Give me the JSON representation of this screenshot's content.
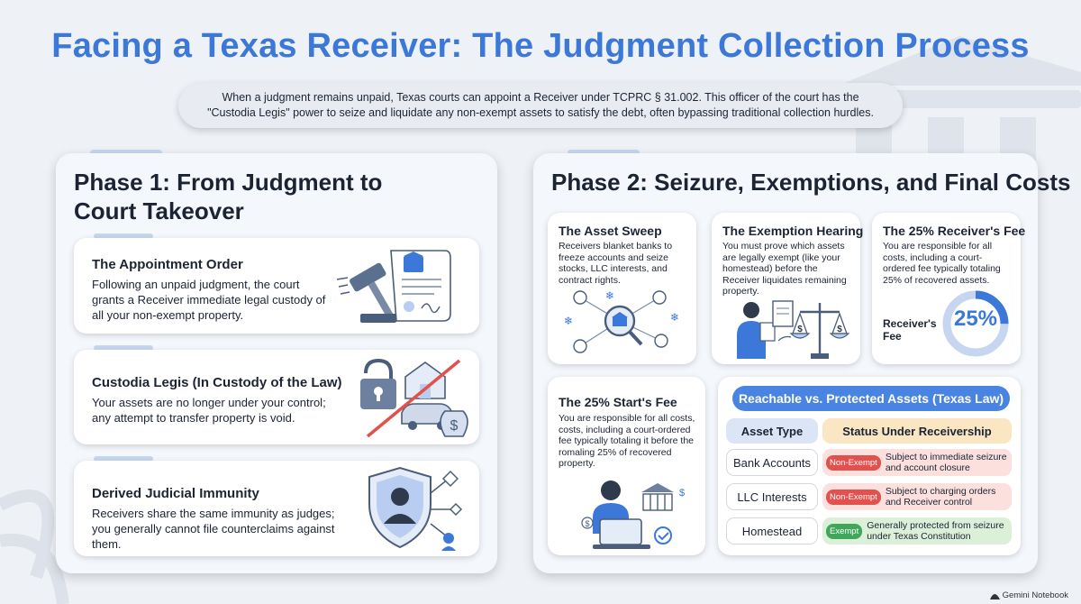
{
  "title": "Facing a Texas Receiver: The Judgment Collection Process",
  "intro": {
    "line1": "When a judgment remains unpaid, Texas courts can appoint a Receiver under TCPRC § 31.002. This officer of the court has the",
    "line2": "\"Custodia Legis\" power to seize and liquidate any non-exempt assets to satisfy the debt, often bypassing traditional collection hurdles."
  },
  "phase1": {
    "title_line1": "Phase 1: From Judgment to",
    "title_line2": "Court Takeover",
    "cards": [
      {
        "heading": "The Appointment Order",
        "body": "Following an unpaid judgment, the court grants a Receiver immediate legal custody of all your non-exempt property.",
        "icon": "gavel-document-icon"
      },
      {
        "heading": "Custodia Legis (In Custody of the Law)",
        "body": "Your assets are no longer under your control; any attempt to transfer property is void.",
        "icon": "locked-assets-icon"
      },
      {
        "heading": "Derived Judicial Immunity",
        "body": "Receivers share the same immunity as judges; you generally cannot file counterclaims against them.",
        "icon": "shield-judge-icon"
      }
    ]
  },
  "phase2": {
    "title": "Phase 2: Seizure, Exemptions, and Final Costs",
    "cards": [
      {
        "heading": "The Asset Sweep",
        "body": "Receivers blanket banks to freeze accounts and seize stocks, LLC interests, and contract rights.",
        "icon": "asset-sweep-icon"
      },
      {
        "heading": "The Exemption Hearing",
        "body": "You must prove which assets are legally exempt (like your homestead) before the Receiver liquidates remaining property.",
        "icon": "scales-icon"
      },
      {
        "heading": "The 25% Receiver's Fee",
        "body": "You are responsible for all costs, including a court-ordered fee typically totaling 25% of recovered assets.",
        "fee_label_line1": "Receiver's",
        "fee_label_line2": "Fee",
        "fee_value": "25%",
        "fee_fraction": 0.25
      },
      {
        "heading": "The 25% Start's Fee",
        "body": "You are responsible for all costs, costs, including a court-ordered fee typically totaling it before the romaling 25% of recovered property.",
        "icon": "person-laptop-icon"
      }
    ],
    "table": {
      "title": "Reachable vs. Protected Assets (Texas Law)",
      "headers": [
        "Asset Type",
        "Status Under Receivership"
      ],
      "rows": [
        {
          "asset": "Bank Accounts",
          "badge": "Non-Exempt",
          "status": "Subject to immediate seizure and account closure",
          "badge_color": "#e2514d",
          "row_color": "#fbe0de"
        },
        {
          "asset": "LLC Interests",
          "badge": "Non-Exempt",
          "status": "Subject to charging orders and Receiver control",
          "badge_color": "#e2514d",
          "row_color": "#fbe0de"
        },
        {
          "asset": "Homestead",
          "badge": "Exempt",
          "status": "Generally protected from seizure under Texas Constitution",
          "badge_color": "#3fa65a",
          "row_color": "#dcefd9"
        }
      ]
    }
  },
  "footer": "Gemini Notebook",
  "colors": {
    "accent": "#3b78d8",
    "nonexempt": "#e2514d",
    "exempt": "#3fa65a"
  }
}
